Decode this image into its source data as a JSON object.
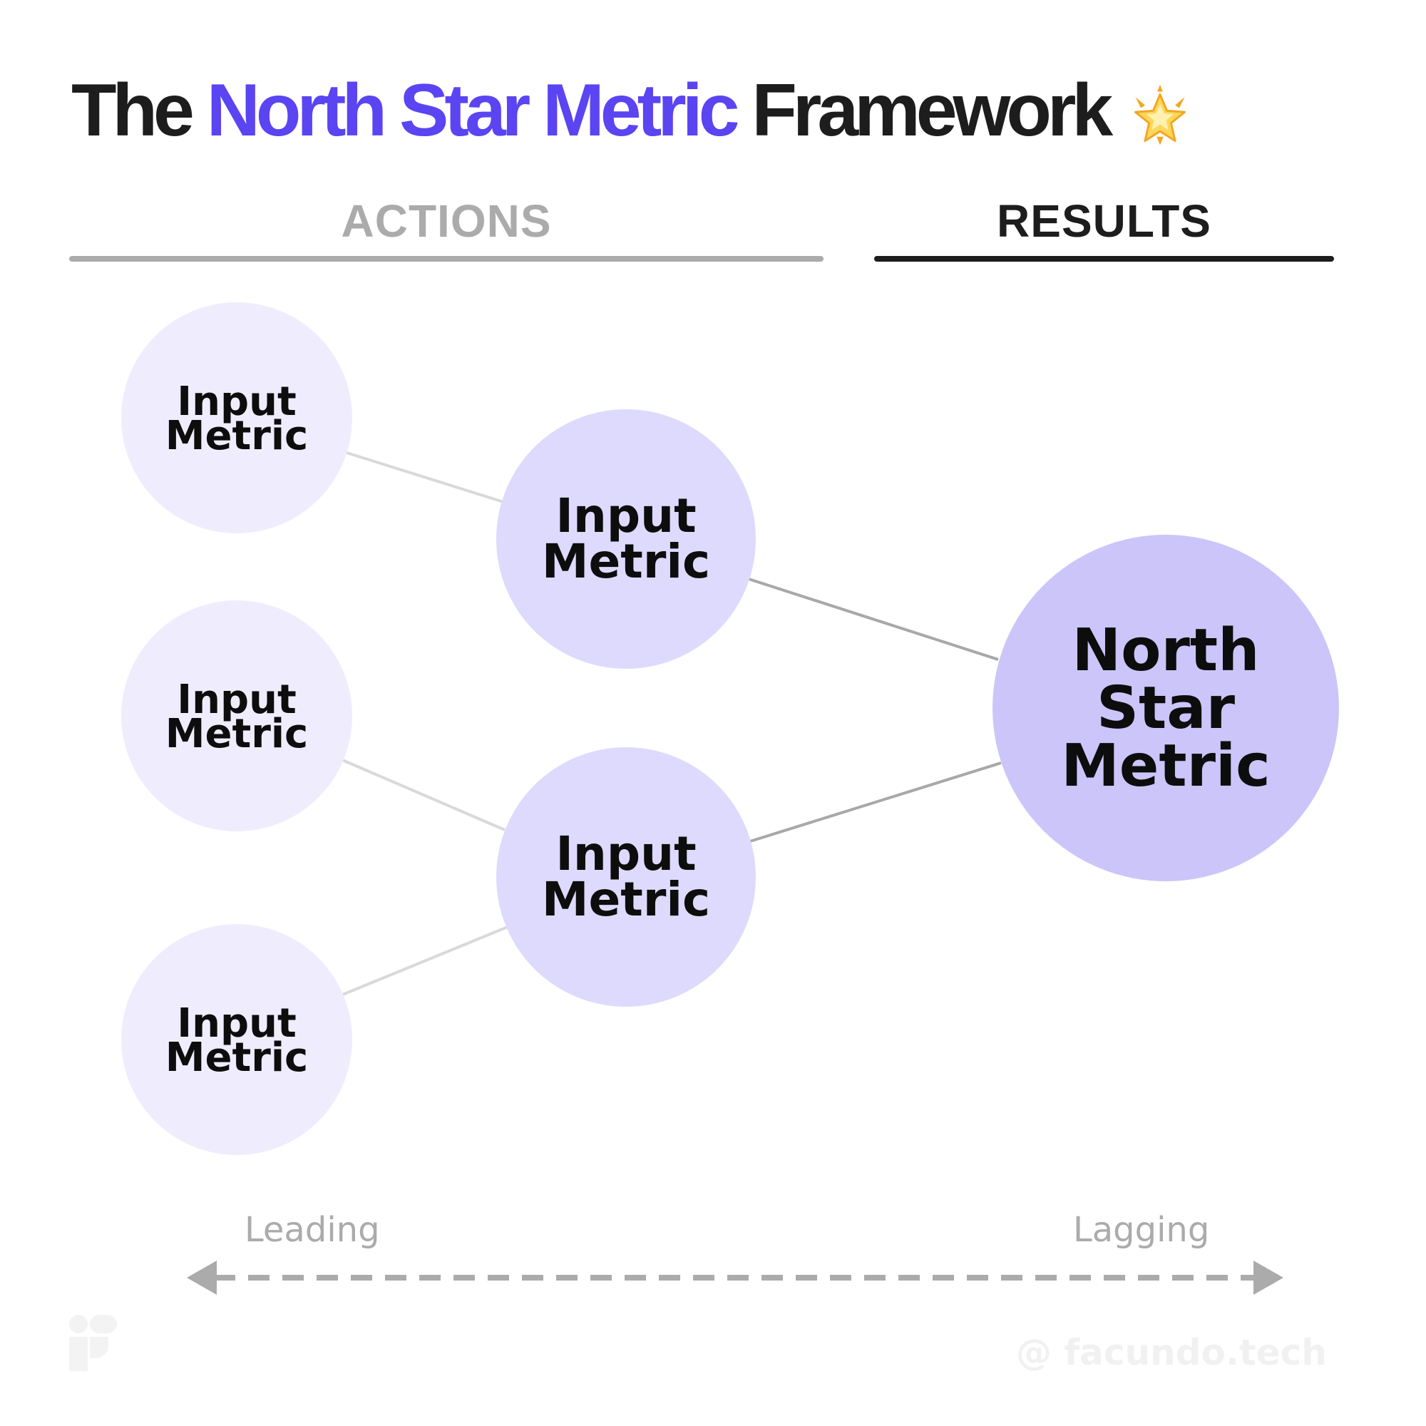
{
  "title": {
    "prefix": "The ",
    "accent": "North Star Metric",
    "suffix": " Framework",
    "star_icon": "glowing-star-icon"
  },
  "columns": {
    "actions": "ACTIONS",
    "results": "RESULTS"
  },
  "nodes": {
    "input_1": [
      "Input",
      "Metric"
    ],
    "input_2": [
      "Input",
      "Metric"
    ],
    "input_3": [
      "Input",
      "Metric"
    ],
    "input_4": [
      "Input",
      "Metric"
    ],
    "input_5": [
      "Input",
      "Metric"
    ],
    "north_star": [
      "North",
      "Star",
      "Metric"
    ]
  },
  "timeline": {
    "leading": "Leading",
    "lagging": "Lagging"
  },
  "watermark": "@ facundo.tech",
  "colors": {
    "accent": "#5b44f2",
    "outer_node": "#efedfd",
    "middle_node": "#dedafd",
    "north_star_node": "#cbc5fa",
    "muted": "#ababab",
    "dark": "#1d1d1d"
  }
}
